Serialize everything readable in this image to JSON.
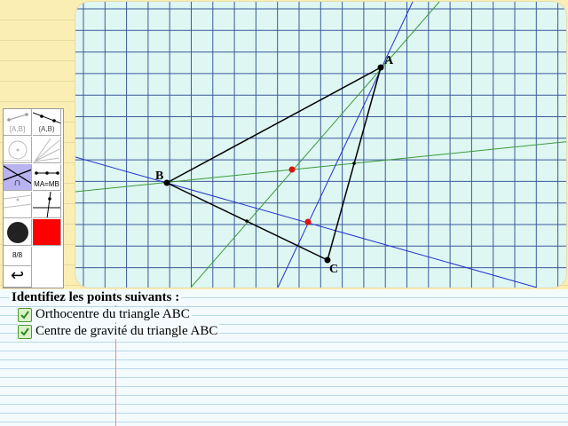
{
  "points": {
    "a": "A",
    "b": "B",
    "c": "C"
  },
  "toolbar": {
    "segment_label": "[A,B]",
    "line_label": "(A,B)",
    "intersection_label": "∩",
    "midpoint_label": "MA=MB",
    "page_label": "8/8",
    "undo_label": "↩",
    "accent_color": "#b9b4f0",
    "fill_color": "#ff0000"
  },
  "instructions": {
    "title": "Identifiez les points suivants :",
    "tasks": [
      {
        "label": "Orthocentre du triangle ABC",
        "done": true
      },
      {
        "label": "Centre de gravité du triangle ABC",
        "done": true
      }
    ]
  }
}
